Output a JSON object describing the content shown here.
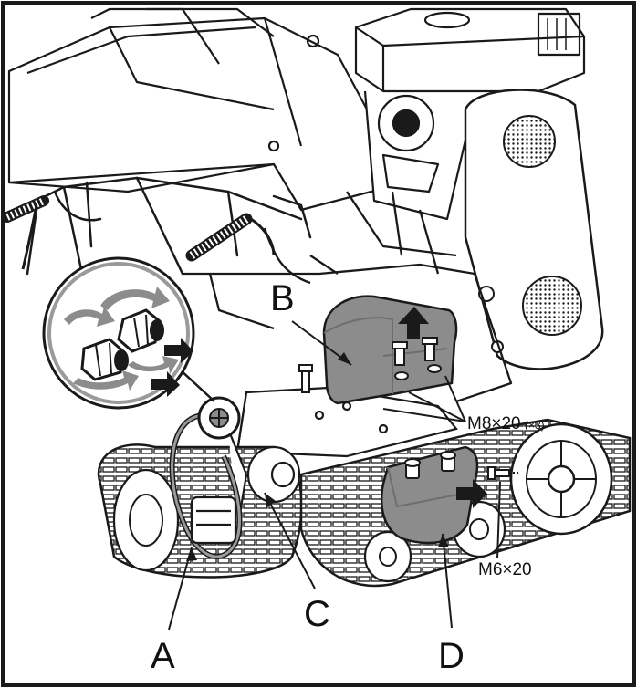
{
  "labels": {
    "a": "A",
    "b": "B",
    "c": "C",
    "d": "D",
    "bolt_m8": "M8×20",
    "bolt_m8_qty": "(×3)",
    "bolt_m6": "M6×20"
  },
  "colors": {
    "line": "#1a1a1a",
    "cover_fill": "#8c8c8c",
    "cover_dark": "#6e6e6e",
    "background": "#ffffff"
  },
  "icons": {
    "rotation": "rotation-arrows-icon",
    "removal": "removal-arrow-icon"
  }
}
